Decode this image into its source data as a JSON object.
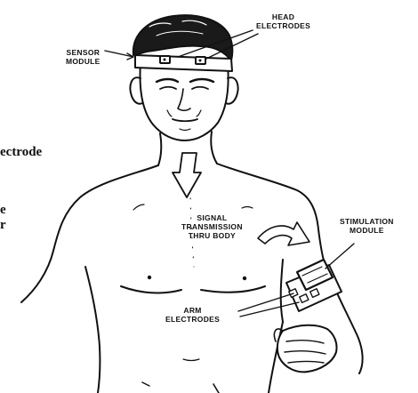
{
  "labels": {
    "head_electrodes": [
      "HEAD",
      "ELECTRODES"
    ],
    "sensor_module": [
      "SENSOR",
      "MODULE"
    ],
    "signal_transmission": [
      "SIGNAL",
      "TRANSMISSION",
      "THRU BODY"
    ],
    "stimulation_module": [
      "STIMULATION",
      "MODULE"
    ],
    "arm_electrodes": [
      "ARM",
      "ELECTRODES"
    ]
  },
  "side_text": {
    "line1": "ectrode",
    "line2": "e",
    "line3": "r"
  },
  "colors": {
    "ink": "#111111",
    "background": "#ffffff"
  }
}
